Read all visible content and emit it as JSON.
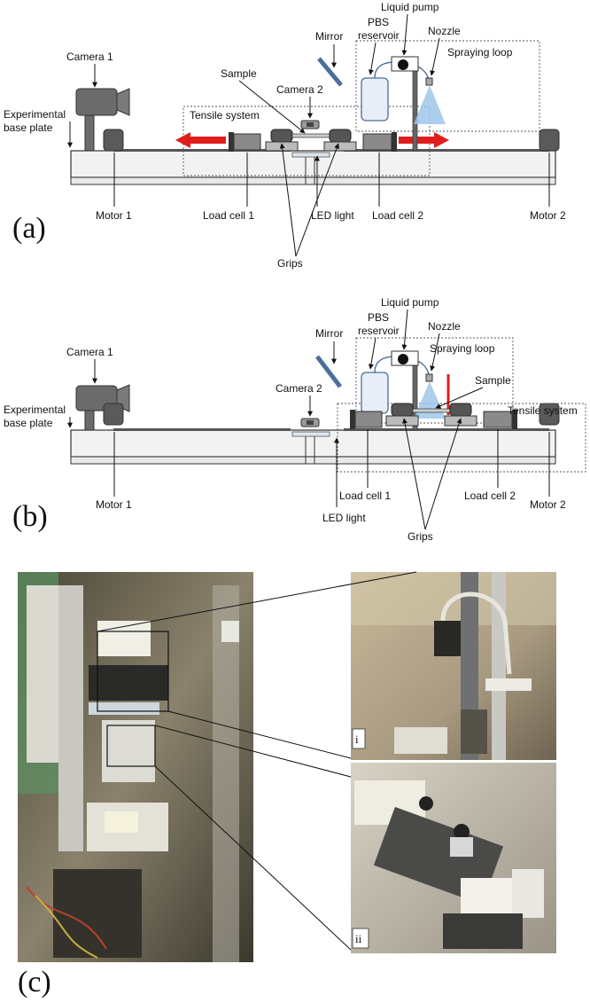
{
  "panel_a": {
    "tag": "(a)",
    "labels": {
      "camera1": "Camera 1",
      "base_plate_l1": "Experimental",
      "base_plate_l2": "base plate",
      "tensile_system": "Tensile system",
      "sample": "Sample",
      "camera2": "Camera 2",
      "mirror": "Mirror",
      "pbs_l1": "PBS",
      "pbs_l2": "reservoir",
      "liquid_pump": "Liquid pump",
      "nozzle": "Nozzle",
      "spraying_loop": "Spraying loop",
      "motor1": "Motor 1",
      "load_cell1": "Load cell 1",
      "led_light": "LED light",
      "load_cell2": "Load cell 2",
      "motor2": "Motor 2",
      "grips": "Grips"
    }
  },
  "panel_b": {
    "tag": "(b)",
    "labels": {
      "camera1": "Camera 1",
      "base_plate_l1": "Experimental",
      "base_plate_l2": "base plate",
      "mirror": "Mirror",
      "camera2": "Camera 2",
      "pbs_l1": "PBS",
      "pbs_l2": "reservoir",
      "liquid_pump": "Liquid pump",
      "nozzle": "Nozzle",
      "spraying_loop": "Spraying loop",
      "sample": "Sample",
      "tensile_system": "Tensile system",
      "motor1": "Motor 1",
      "load_cell1": "Load cell 1",
      "led_light": "LED light",
      "load_cell2": "Load cell 2",
      "motor2": "Motor 2",
      "grips": "Grips"
    }
  },
  "panel_c": {
    "tag": "(c)",
    "inset_i": "i",
    "inset_ii": "ii"
  }
}
